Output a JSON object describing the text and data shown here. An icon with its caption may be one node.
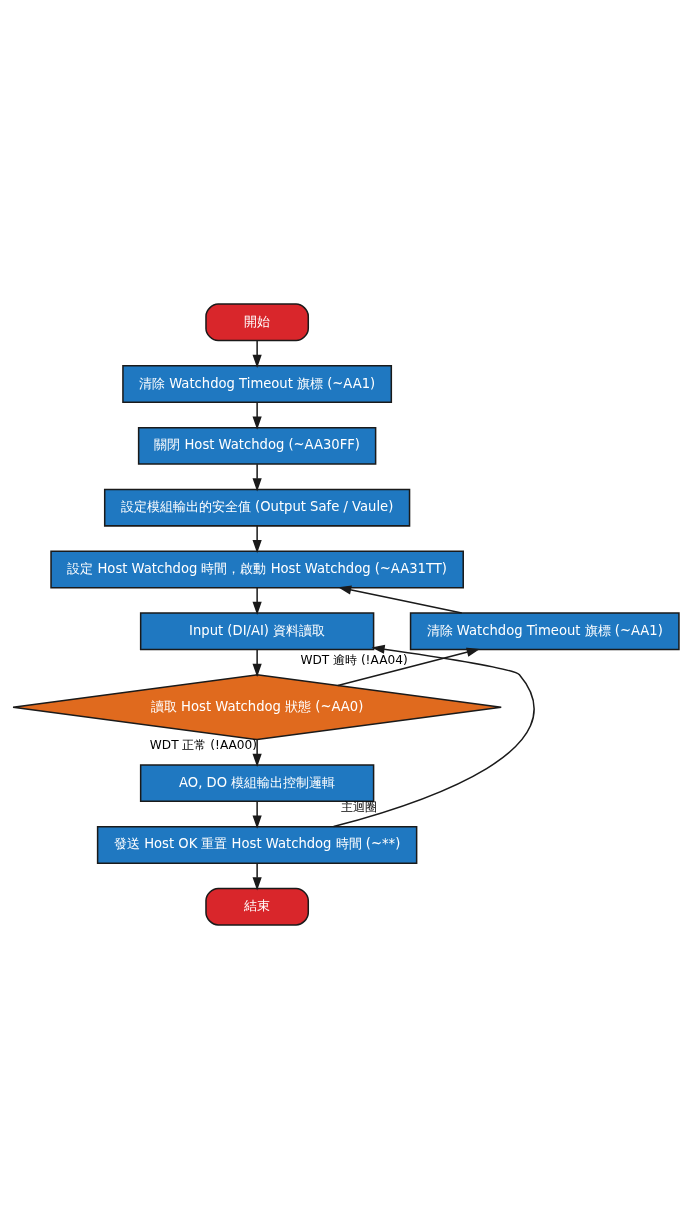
{
  "diagram": {
    "nodes": [
      {
        "text": [
          "開始"
        ]
      },
      {
        "text": [
          "清除 Watchdog Timeout 旗標 (~AA1)"
        ]
      },
      {
        "text": [
          "關閉 Host Watchdog (~AA30FF)"
        ]
      },
      {
        "text": [
          "設定模組輸出的安全值 (Output Safe / Vaule)"
        ]
      },
      {
        "text": [
          "設定 Host Watchdog 時間，啟動 Host Watchdog (~AA31TT)"
        ]
      },
      {
        "text": [
          "Input (DI/AI) 資料讀取"
        ]
      },
      {
        "text": [
          "清除 Watchdog Timeout 旗標 (~AA1)"
        ]
      },
      {
        "text": [
          "讀取 Host Watchdog 狀態 (~AA0)"
        ]
      },
      {
        "text": [
          "AO, DO 模組輸出控制邏輯"
        ]
      },
      {
        "text": [
          "發送 Host OK 重置 Host Watchdog 時間 (~**)"
        ]
      },
      {
        "text": [
          "結束"
        ]
      }
    ],
    "edges": [
      {
        "from": 0,
        "to": 1,
        "arrow": "to"
      },
      {
        "from": 1,
        "to": 2,
        "arrow": "to"
      },
      {
        "from": 2,
        "to": 3,
        "arrow": "to"
      },
      {
        "from": 3,
        "to": 4,
        "arrow": "to"
      },
      {
        "from": 4,
        "to": 5,
        "arrow": "to"
      },
      {
        "from": 5,
        "to": 7,
        "arrow": "to"
      },
      {
        "from": 7,
        "to": 6,
        "arrow": "to",
        "label": "WDT 逾時 (!AA04)"
      },
      {
        "from": 6,
        "to": 4,
        "arrow": "to"
      },
      {
        "from": 7,
        "to": 8,
        "arrow": "to",
        "label": "WDT 正常 (!AA00)"
      },
      {
        "from": 8,
        "to": 9,
        "arrow": "to"
      },
      {
        "from": 9,
        "to": 5,
        "arrow": "to",
        "label": "主迴圈"
      },
      {
        "from": 9,
        "to": 10,
        "arrow": "to"
      }
    ]
  }
}
